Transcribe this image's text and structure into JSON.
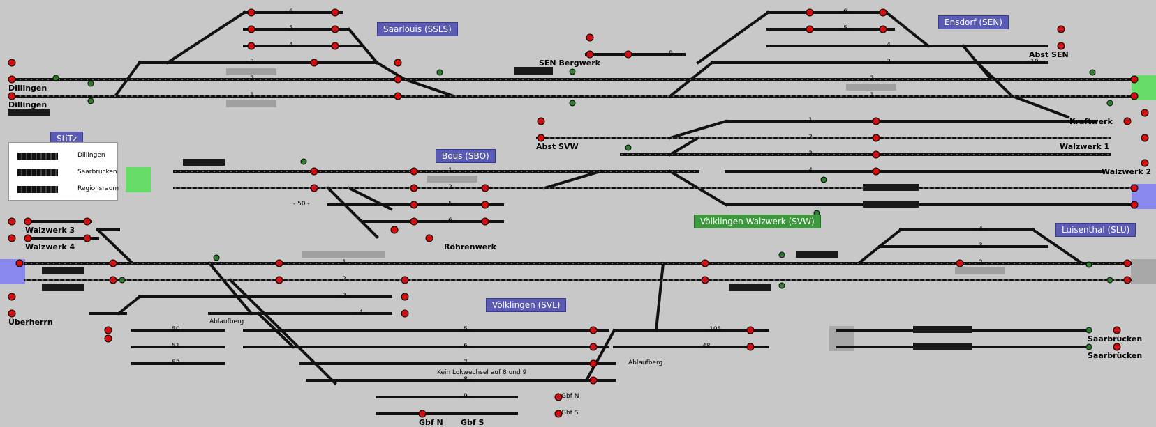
{
  "stations": [
    {
      "id": "saarlouis",
      "label": "Saarlouis (SSLS)"
    },
    {
      "id": "ensdorf",
      "label": "Ensdorf (SEN)"
    },
    {
      "id": "stitz",
      "label": "StiTz"
    },
    {
      "id": "bous",
      "label": "Bous (SBO)"
    },
    {
      "id": "voelklingen-walzwerk",
      "label": "Völklingen Walzwerk (SVW)"
    },
    {
      "id": "luisenthal",
      "label": "Luisenthal (SLU)"
    },
    {
      "id": "voelklingen",
      "label": "Völklingen (SVL)"
    }
  ],
  "places": {
    "dillingen1": "Dillingen",
    "dillingen2": "Dillingen",
    "sen_bergwerk": "SEN Bergwerk",
    "abst_sen": "Abst SEN",
    "kraftwerk": "Kraftwerk",
    "abst_svw": "Abst SVW",
    "walzwerk1": "Walzwerk 1",
    "walzwerk2": "Walzwerk 2",
    "walzwerk3": "Walzwerk 3",
    "walzwerk4": "Walzwerk 4",
    "roehrenwerk": "Röhrenwerk",
    "ueberherrn": "Überherrn",
    "ablaufberg1": "Ablaufberg",
    "ablaufberg2": "Ablaufberg",
    "gbf_n1": "Gbf N",
    "gbf_s1": "Gbf S",
    "gbf_n2": "Gbf N",
    "gbf_s2": "Gbf S",
    "saarbruecken1": "Saarbrücken",
    "saarbruecken2": "Saarbrücken",
    "lokwechsel": "Kein Lokwechsel auf 8 und 9"
  },
  "legend": {
    "items": [
      "Dillingen",
      "Saarbrücken",
      "Regionsraum"
    ]
  },
  "track_labels": [
    {
      "id": "t6a",
      "text": "- 6 -"
    },
    {
      "id": "t5a",
      "text": "- 5 -"
    },
    {
      "id": "t4a",
      "text": "- 4 -"
    },
    {
      "id": "t3a",
      "text": "- 3 -"
    },
    {
      "id": "t2a",
      "text": "- 2 -"
    },
    {
      "id": "t1a",
      "text": "- 1 -"
    },
    {
      "id": "t9b",
      "text": "- 9 -"
    },
    {
      "id": "t6b",
      "text": "- 6 -"
    },
    {
      "id": "t5b",
      "text": "- 5 -"
    },
    {
      "id": "t4b",
      "text": "- 4 -"
    },
    {
      "id": "t3b",
      "text": "- 3 -"
    },
    {
      "id": "t10b",
      "text": "- 10 -"
    },
    {
      "id": "t2b",
      "text": "- 2 -"
    },
    {
      "id": "t1b",
      "text": "- 1 -"
    },
    {
      "id": "t1c",
      "text": "- 1 -"
    },
    {
      "id": "t2c",
      "text": "- 2 -"
    },
    {
      "id": "t3c",
      "text": "- 3 -"
    },
    {
      "id": "t4c",
      "text": "- 4 -"
    },
    {
      "id": "tb1",
      "text": "- 1 -"
    },
    {
      "id": "tb2",
      "text": "- 2 -"
    },
    {
      "id": "tb50",
      "text": "- 50 -"
    },
    {
      "id": "tb5",
      "text": "- 5 -"
    },
    {
      "id": "tb6",
      "text": "- 6 -"
    },
    {
      "id": "tl4",
      "text": "- 4 -"
    },
    {
      "id": "tl3",
      "text": "- 3 -"
    },
    {
      "id": "tl2",
      "text": "- 2 -"
    },
    {
      "id": "tv1",
      "text": "- 1 -"
    },
    {
      "id": "tv2",
      "text": "- 2 -"
    },
    {
      "id": "tv3",
      "text": "- 3 -"
    },
    {
      "id": "tv4",
      "text": "- 4 -"
    },
    {
      "id": "tv5",
      "text": "- 5 -"
    },
    {
      "id": "tv6",
      "text": "- 6 -"
    },
    {
      "id": "tv7",
      "text": "- 7 -"
    },
    {
      "id": "tv8",
      "text": "- 8 -"
    },
    {
      "id": "tv9",
      "text": "- 9 -"
    },
    {
      "id": "tv50",
      "text": "- 50 -"
    },
    {
      "id": "tv51",
      "text": "- 51 -"
    },
    {
      "id": "tv52",
      "text": "- 52 -"
    },
    {
      "id": "tv105",
      "text": "- 105 -"
    },
    {
      "id": "tv48",
      "text": "- 48 -"
    }
  ],
  "colors": {
    "background": "#c8c8c8",
    "track": "#111111",
    "signal_red": "#d01010",
    "signal_green": "#2e7d2e",
    "station_label": "#5b5bb5",
    "walzwerk_label": "#3c9a3c",
    "boundary_green": "#66dd66",
    "boundary_blue": "#8888ee"
  }
}
